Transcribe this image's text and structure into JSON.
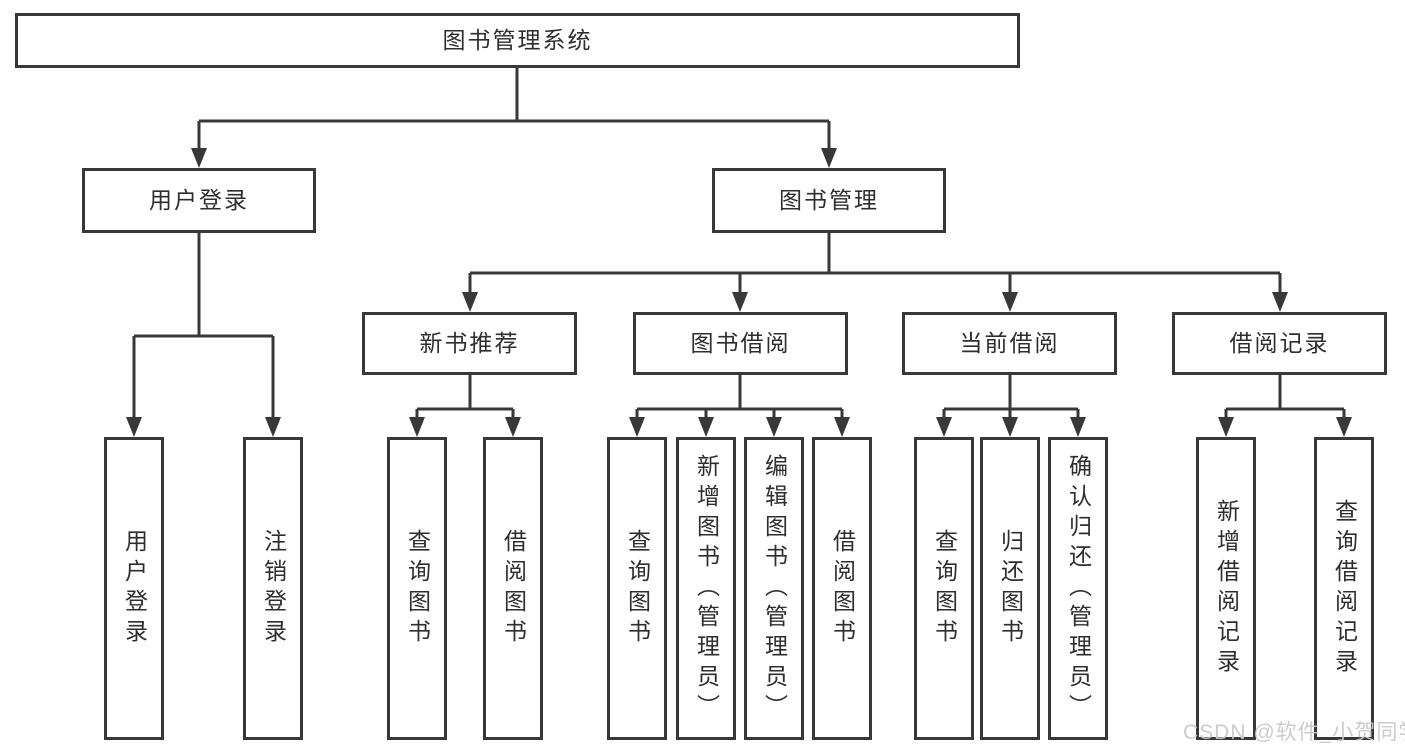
{
  "watermark": "CSDN @软件_小贺同学",
  "colors": {
    "line": "#383838",
    "border": "#383838",
    "text": "#2e2e2e",
    "watermark": "#c7c9cd",
    "background": "#ffffff"
  },
  "tree": {
    "label": "图书管理系统",
    "children": [
      {
        "label": "用户登录",
        "children": [
          {
            "label": "用户登录"
          },
          {
            "label": "注销登录"
          }
        ]
      },
      {
        "label": "图书管理",
        "children": [
          {
            "label": "新书推荐",
            "children": [
              {
                "label": "查询图书"
              },
              {
                "label": "借阅图书"
              }
            ]
          },
          {
            "label": "图书借阅",
            "children": [
              {
                "label": "查询图书"
              },
              {
                "label": "新增图书（管理员）"
              },
              {
                "label": "编辑图书（管理员）"
              },
              {
                "label": "借阅图书"
              }
            ]
          },
          {
            "label": "当前借阅",
            "children": [
              {
                "label": "查询图书"
              },
              {
                "label": "归还图书"
              },
              {
                "label": "确认归还（管理员）"
              }
            ]
          },
          {
            "label": "借阅记录",
            "children": [
              {
                "label": "新增借阅记录"
              },
              {
                "label": "查询借阅记录"
              }
            ]
          }
        ]
      }
    ]
  }
}
